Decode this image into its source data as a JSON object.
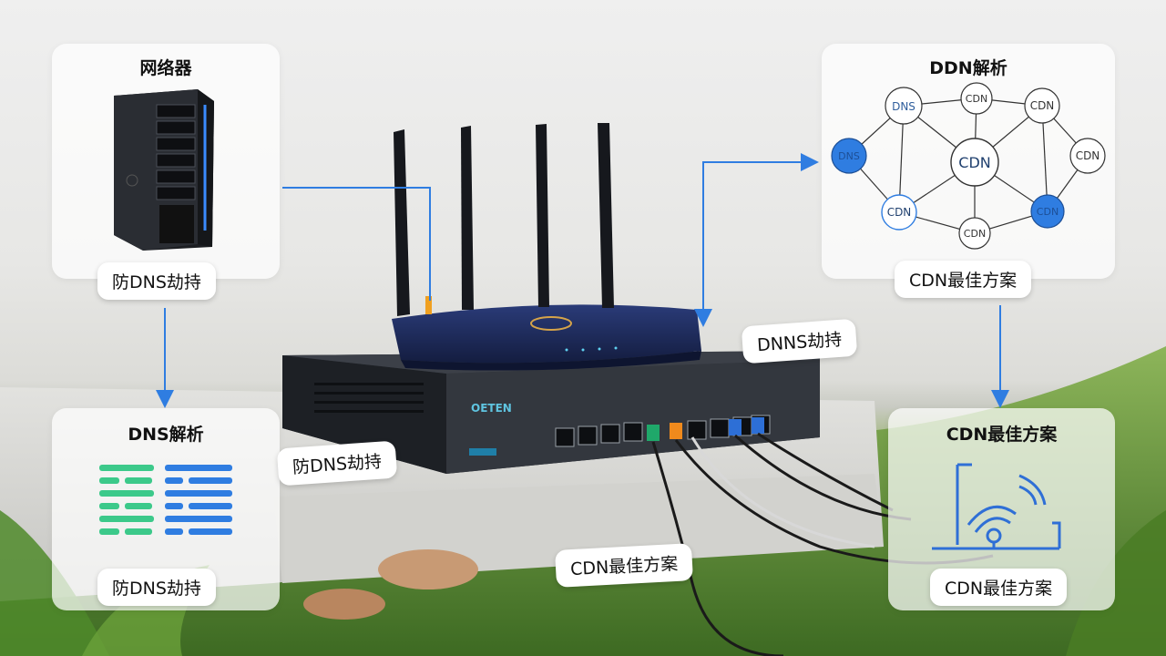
{
  "cards": {
    "server": {
      "title": "网络器",
      "caption": "防DNS劫持",
      "icon": "server-tower-icon"
    },
    "dns": {
      "title": "DNS解析",
      "caption": "防DNS劫持",
      "icon": "dns-list-icon"
    },
    "ddn": {
      "title": "DDN解析",
      "caption": "CDN最佳方案",
      "icon": "network-graph-icon"
    },
    "cdn": {
      "title": "CDN最佳方案",
      "caption": "CDN最佳方案",
      "icon": "wifi-laptop-icon"
    }
  },
  "graph_nodes": [
    "DNS",
    "CDN",
    "CDN",
    "DNS",
    "CDN",
    "CDN",
    "CDN",
    "CDN",
    "CDN"
  ],
  "floating_labels": {
    "dnns": "DNNS劫持",
    "switch_left": "防DNS劫持",
    "ground": "CDN最佳方案"
  },
  "device": {
    "brand": "ОЕТЕN"
  },
  "colors": {
    "accent": "#2f7de1",
    "node_fill": "#2f7de1",
    "router": "#1e2c5c",
    "switch": "#2a2d33"
  }
}
